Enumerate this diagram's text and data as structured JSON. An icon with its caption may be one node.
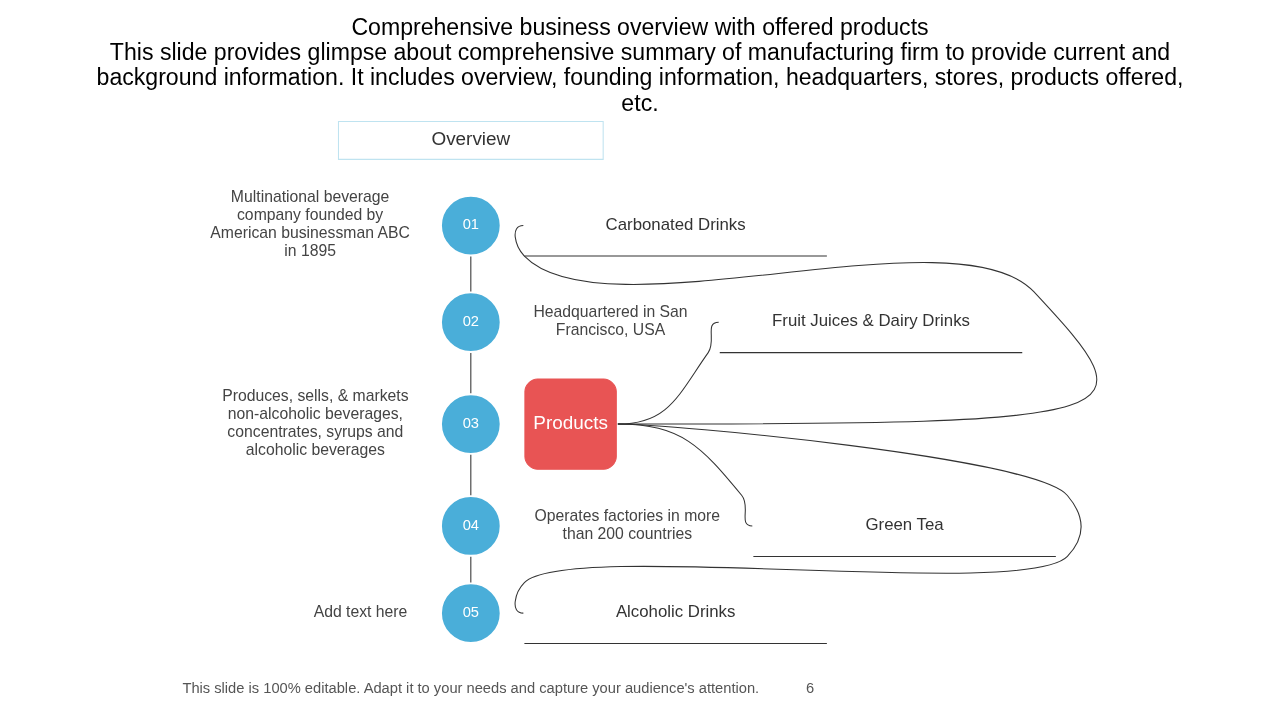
{
  "diagram": {
    "title": "Comprehensive business overview with offered products",
    "caption": "This slide provides glimpse about comprehensive summary of manufacturing firm to provide current and background information. It includes overview, founding information, headquarters, stores, products offered, etc.",
    "nodes": [
      {
        "text": [
          "Overview"
        ]
      },
      {
        "text": [
          "01"
        ],
        "beside": [
          "Multinational beverage company founded by American businessman ABC in 1895"
        ]
      },
      {
        "text": [
          "02"
        ],
        "beside": [
          "Headquartered in San Francisco, USA"
        ]
      },
      {
        "text": [
          "03"
        ],
        "beside": [
          "Produces, sells, & markets non-alcoholic beverages, concentrates, syrups and alcoholic beverages"
        ]
      },
      {
        "text": [
          "04"
        ],
        "beside": [
          "Operates factories in more than 200 countries"
        ]
      },
      {
        "text": [
          "05"
        ],
        "beside": [
          "Add text here"
        ]
      },
      {
        "text": [
          "Products"
        ]
      },
      {
        "text": [
          "Carbonated Drinks"
        ]
      },
      {
        "text": [
          "Fruit Juices & Dairy Drinks"
        ]
      },
      {
        "text": [
          "Green Tea"
        ]
      },
      {
        "text": [
          "Alcoholic Drinks"
        ]
      }
    ],
    "edges": [
      {
        "from": 1,
        "to": 2,
        "arrow": "none"
      },
      {
        "from": 2,
        "to": 3,
        "arrow": "none"
      },
      {
        "from": 3,
        "to": 4,
        "arrow": "none"
      },
      {
        "from": 4,
        "to": 5,
        "arrow": "none"
      },
      {
        "from": 6,
        "to": 7,
        "arrow": "none"
      },
      {
        "from": 6,
        "to": 8,
        "arrow": "none"
      },
      {
        "from": 6,
        "to": 9,
        "arrow": "none"
      },
      {
        "from": 6,
        "to": 10,
        "arrow": "none"
      }
    ],
    "labels": [
      "This slide is 100% editable. Adapt it to your needs and capture your audience's attention.",
      "6"
    ]
  }
}
